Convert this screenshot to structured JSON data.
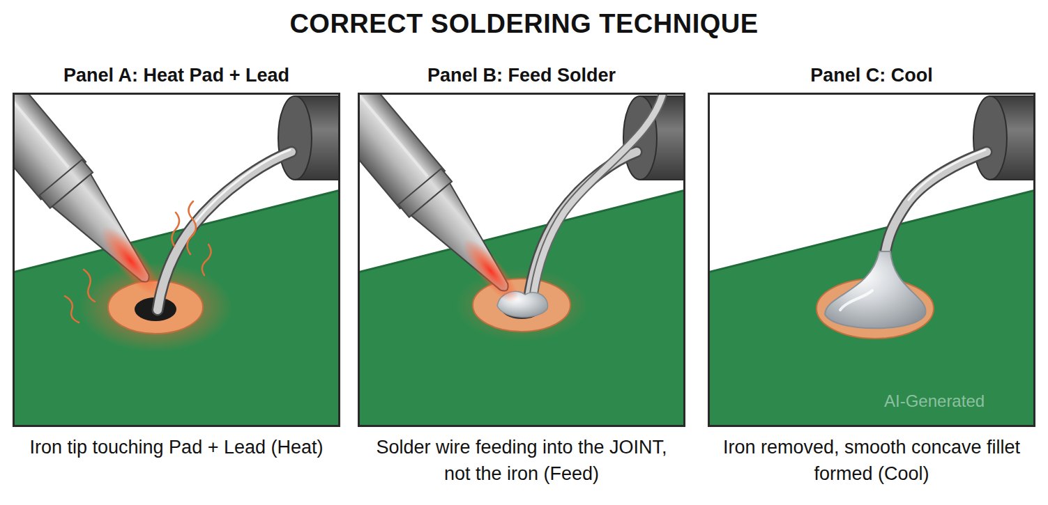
{
  "diagram": {
    "title": "CORRECT SOLDERING TECHNIQUE",
    "nodes": [
      {
        "text": [
          "Panel A: Heat Pad + Lead",
          "Iron tip touching Pad + Lead (Heat)"
        ]
      },
      {
        "text": [
          "Panel B: Feed Solder",
          "Solder wire feeding into the JOINT, not the iron (Feed)"
        ]
      },
      {
        "text": [
          "Panel C: Cool",
          "Iron removed, smooth concave fillet formed (Cool)"
        ]
      }
    ],
    "labels": [
      "AI-Generated"
    ]
  }
}
